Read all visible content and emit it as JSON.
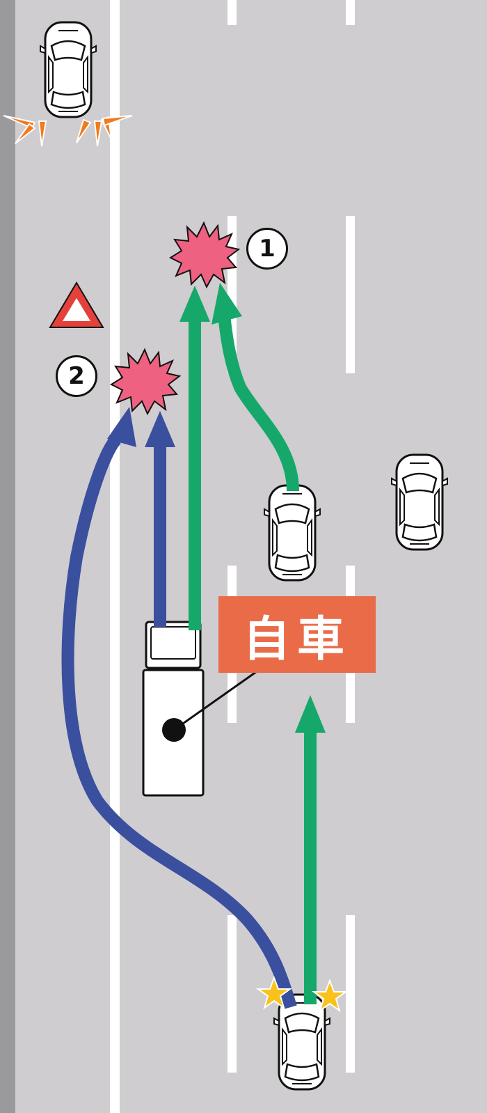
{
  "own_vehicle_label": "自車",
  "collision_markers": [
    {
      "id": "1",
      "label": "1"
    },
    {
      "id": "2",
      "label": "2"
    }
  ],
  "colors": {
    "road": "#cfcdcf",
    "road_edge": "#9a999b",
    "lane_line": "#ffffff",
    "straight_path": "#16a86a",
    "swerve_path": "#3a4f9e",
    "collision": "#ee6180",
    "hazard": "#f07a1c",
    "turn_signal": "#f9c21b",
    "label_bg": "#e96b47",
    "warning_triangle": "#e5413c"
  },
  "icons": {
    "stopped_car": "car-icon",
    "hazard_lights": "hazard-light-icon",
    "warning_triangle": "warning-triangle-icon",
    "collision": "collision-burst-icon",
    "turn_signal": "turn-signal-star-icon",
    "truck": "truck-icon"
  }
}
